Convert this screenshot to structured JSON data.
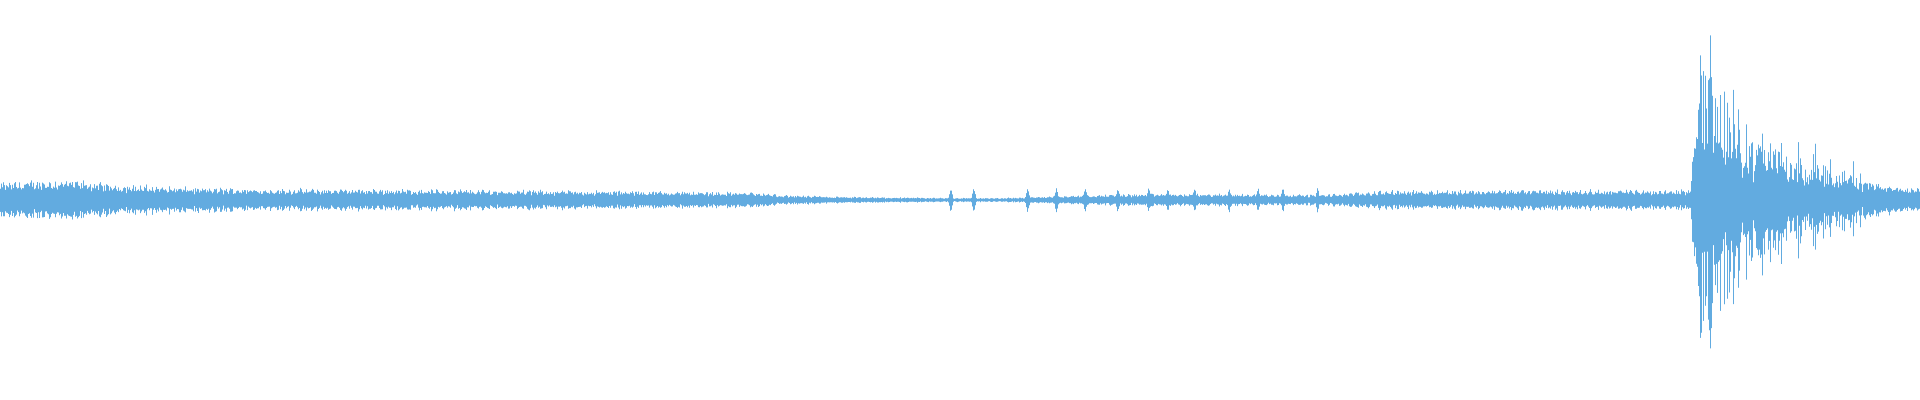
{
  "waveform": {
    "color": "#62ABE0",
    "background": "#FFFFFF",
    "description_free": true,
    "amplitude_envelope": [
      {
        "t": 0.0,
        "amp": 0.045
      },
      {
        "t": 0.02,
        "amp": 0.05
      },
      {
        "t": 0.035,
        "amp": 0.052
      },
      {
        "t": 0.06,
        "amp": 0.04
      },
      {
        "t": 0.1,
        "amp": 0.032
      },
      {
        "t": 0.15,
        "amp": 0.028
      },
      {
        "t": 0.2,
        "amp": 0.028
      },
      {
        "t": 0.25,
        "amp": 0.026
      },
      {
        "t": 0.3,
        "amp": 0.024
      },
      {
        "t": 0.35,
        "amp": 0.022
      },
      {
        "t": 0.39,
        "amp": 0.02
      },
      {
        "t": 0.41,
        "amp": 0.012
      },
      {
        "t": 0.44,
        "amp": 0.008
      },
      {
        "t": 0.48,
        "amp": 0.006
      },
      {
        "t": 0.52,
        "amp": 0.005
      },
      {
        "t": 0.56,
        "amp": 0.012
      },
      {
        "t": 0.6,
        "amp": 0.016
      },
      {
        "t": 0.65,
        "amp": 0.015
      },
      {
        "t": 0.69,
        "amp": 0.014
      },
      {
        "t": 0.72,
        "amp": 0.024
      },
      {
        "t": 0.78,
        "amp": 0.026
      },
      {
        "t": 0.83,
        "amp": 0.026
      },
      {
        "t": 0.88,
        "amp": 0.026
      },
      {
        "t": 0.884,
        "amp": 0.3
      },
      {
        "t": 0.89,
        "amp": 0.32
      },
      {
        "t": 0.9,
        "amp": 0.22
      },
      {
        "t": 0.915,
        "amp": 0.16
      },
      {
        "t": 0.93,
        "amp": 0.12
      },
      {
        "t": 0.945,
        "amp": 0.1
      },
      {
        "t": 0.96,
        "amp": 0.07
      },
      {
        "t": 0.98,
        "amp": 0.04
      },
      {
        "t": 1.0,
        "amp": 0.03
      }
    ],
    "transient_bursts": [
      {
        "t": 0.885,
        "amp": 0.32
      },
      {
        "t": 0.889,
        "amp": 0.3
      },
      {
        "t": 0.894,
        "amp": 0.28
      },
      {
        "t": 0.9,
        "amp": 0.22
      },
      {
        "t": 0.905,
        "amp": 0.17
      },
      {
        "t": 0.915,
        "amp": 0.14
      },
      {
        "t": 0.937,
        "amp": 0.13
      },
      {
        "t": 0.945,
        "amp": 0.11
      },
      {
        "t": 0.953,
        "amp": 0.08
      },
      {
        "t": 0.965,
        "amp": 0.07
      }
    ],
    "pulse_markers": [
      0.495,
      0.507,
      0.535,
      0.55,
      0.565,
      0.582,
      0.598,
      0.608,
      0.622,
      0.64,
      0.655,
      0.668,
      0.686
    ]
  }
}
